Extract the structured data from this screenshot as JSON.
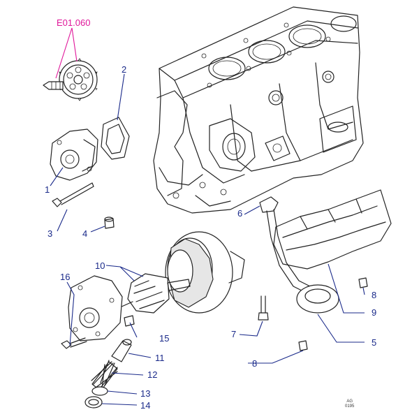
{
  "header": {
    "group_code": "E01.060"
  },
  "callouts": [
    {
      "id": "1",
      "label": "1"
    },
    {
      "id": "2",
      "label": "2"
    },
    {
      "id": "3",
      "label": "3"
    },
    {
      "id": "4",
      "label": "4"
    },
    {
      "id": "5",
      "label": "5"
    },
    {
      "id": "6",
      "label": "6"
    },
    {
      "id": "7",
      "label": "7"
    },
    {
      "id": "8a",
      "label": "8"
    },
    {
      "id": "8b",
      "label": "8"
    },
    {
      "id": "9",
      "label": "9"
    },
    {
      "id": "10",
      "label": "10"
    },
    {
      "id": "11",
      "label": "11"
    },
    {
      "id": "12",
      "label": "12"
    },
    {
      "id": "13",
      "label": "13"
    },
    {
      "id": "14",
      "label": "14"
    },
    {
      "id": "15",
      "label": "15"
    },
    {
      "id": "16",
      "label": "16"
    }
  ],
  "stamp": {
    "line1": "AG",
    "line2": "0195"
  },
  "colors": {
    "callout": "#1a2a8a",
    "group_code": "#e0179a",
    "line": "#222222"
  }
}
